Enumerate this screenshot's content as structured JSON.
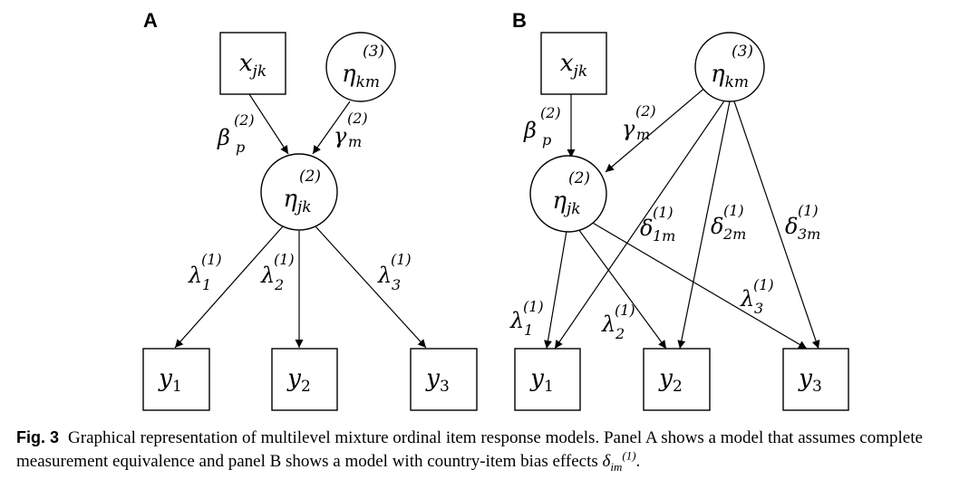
{
  "panels": {
    "a": {
      "label": "A",
      "nodes": {
        "x": {
          "base": "x",
          "sub": "jk",
          "sup": ""
        },
        "eta3": {
          "base": "η",
          "sub": "km",
          "sup": "(3)"
        },
        "eta2": {
          "base": "η",
          "sub": "jk",
          "sup": "(2)"
        },
        "y1": {
          "base": "y",
          "sub": "1",
          "sup": ""
        },
        "y2": {
          "base": "y",
          "sub": "2",
          "sup": ""
        },
        "y3": {
          "base": "y",
          "sub": "3",
          "sup": ""
        }
      },
      "edges": {
        "beta": {
          "base": "β",
          "sub": "p",
          "sup": "(2)"
        },
        "gamma": {
          "base": "γ",
          "sub": "m",
          "sup": "(2)"
        },
        "lambda1": {
          "base": "λ",
          "sub": "1",
          "sup": "(1)"
        },
        "lambda2": {
          "base": "λ",
          "sub": "2",
          "sup": "(1)"
        },
        "lambda3": {
          "base": "λ",
          "sub": "3",
          "sup": "(1)"
        }
      }
    },
    "b": {
      "label": "B",
      "nodes": {
        "x": {
          "base": "x",
          "sub": "jk",
          "sup": ""
        },
        "eta3": {
          "base": "η",
          "sub": "km",
          "sup": "(3)"
        },
        "eta2": {
          "base": "η",
          "sub": "jk",
          "sup": "(2)"
        },
        "y1": {
          "base": "y",
          "sub": "1",
          "sup": ""
        },
        "y2": {
          "base": "y",
          "sub": "2",
          "sup": ""
        },
        "y3": {
          "base": "y",
          "sub": "3",
          "sup": ""
        }
      },
      "edges": {
        "beta": {
          "base": "β",
          "sub": "p",
          "sup": "(2)"
        },
        "gamma": {
          "base": "γ",
          "sub": "m",
          "sup": "(2)"
        },
        "delta1": {
          "base": "δ",
          "sub": "1m",
          "sup": "(1)"
        },
        "delta2": {
          "base": "δ",
          "sub": "2m",
          "sup": "(1)"
        },
        "delta3": {
          "base": "δ",
          "sub": "3m",
          "sup": "(1)"
        },
        "lambda1": {
          "base": "λ",
          "sub": "1",
          "sup": "(1)"
        },
        "lambda2": {
          "base": "λ",
          "sub": "2",
          "sup": "(1)"
        },
        "lambda3": {
          "base": "λ",
          "sub": "3",
          "sup": "(1)"
        }
      }
    }
  },
  "caption": {
    "fig_label": "Fig. 3",
    "text": "Graphical representation of multilevel mixture ordinal item response models. Panel A shows a model that assumes complete measurement equivalence and panel B shows a model with country-item bias effects",
    "symbol": {
      "base": "δ",
      "sub": "im",
      "sup": "(1)"
    },
    "end": "."
  }
}
